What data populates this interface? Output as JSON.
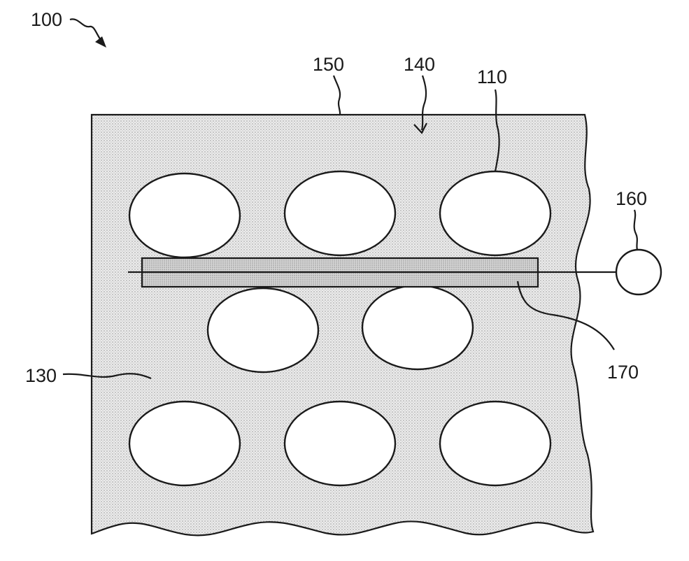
{
  "labels": {
    "device": "100",
    "pores": "110",
    "matrix": "130",
    "surface": "140",
    "boundary": "150",
    "sensor": "160",
    "electrode": "170"
  },
  "colors": {
    "ink": "#1a1a1a",
    "matrix_fill": "#e9e9e9",
    "stipple_dot": "#9a9a9a",
    "electrode_fill": "#cfcfcf",
    "pore_fill": "#ffffff"
  }
}
